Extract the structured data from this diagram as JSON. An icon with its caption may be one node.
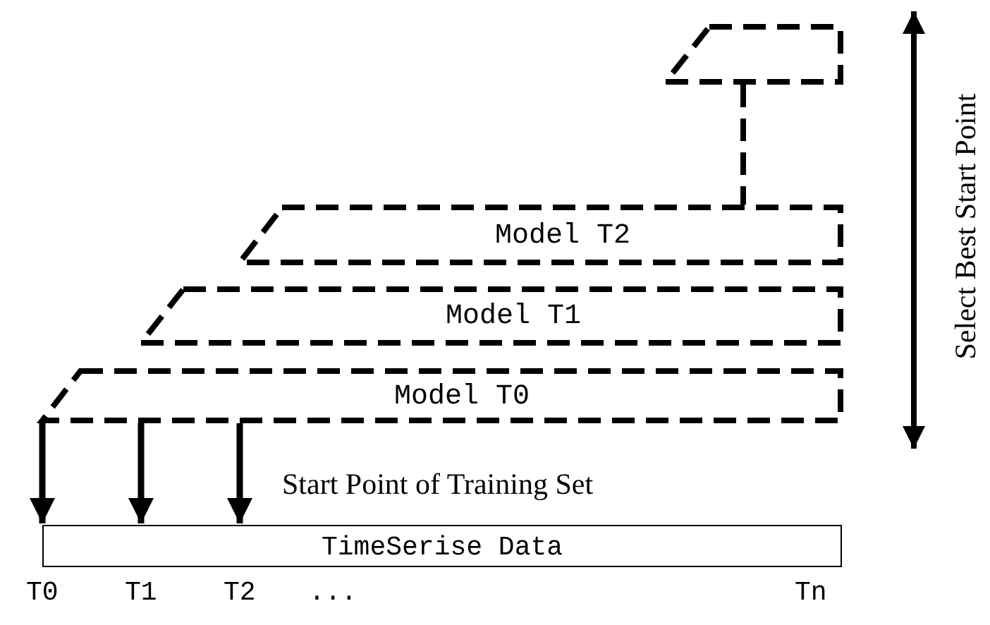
{
  "diagram": {
    "nodes": [
      {
        "text": [],
        "shape": "box"
      },
      {
        "text": [
          "Model T2"
        ]
      },
      {
        "text": [
          "Model T1"
        ]
      },
      {
        "text": [
          "Model T0"
        ]
      },
      {
        "text": [
          "TimeSerise Data"
        ],
        "beside": [
          "T0",
          "T1",
          "T2",
          "...",
          "Tn"
        ]
      }
    ],
    "edges": [
      {
        "from": 0,
        "to": 1,
        "arrow": "none",
        "style": "dashed"
      },
      {
        "from": 3,
        "to": 4,
        "arrow": "to"
      },
      {
        "from": 3,
        "to": 4,
        "arrow": "to"
      },
      {
        "from": 3,
        "to": 4,
        "arrow": "to"
      }
    ],
    "labels": [
      "Select Best Start Point",
      "Start Point of Training Set"
    ]
  }
}
